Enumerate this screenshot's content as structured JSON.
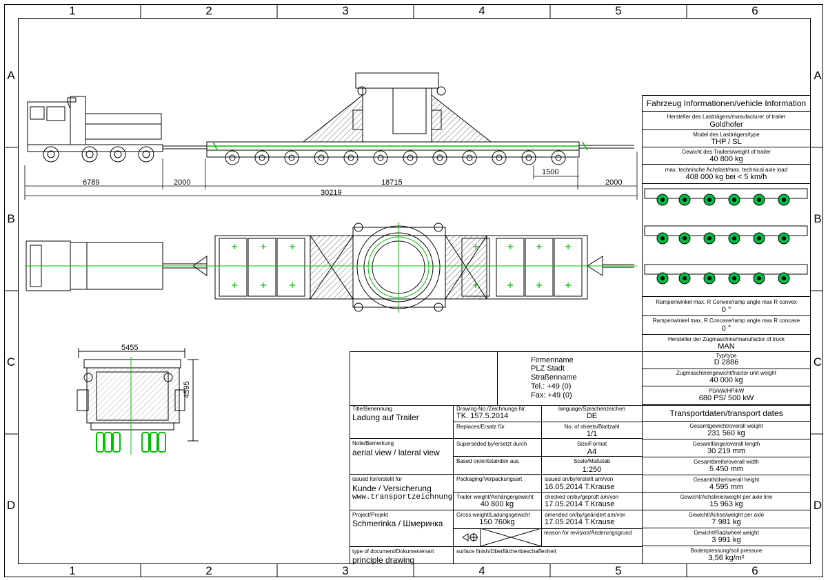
{
  "grid": {
    "cols": [
      "1",
      "2",
      "3",
      "4",
      "5",
      "6"
    ],
    "rows": [
      "A",
      "B",
      "C",
      "D"
    ]
  },
  "dims": {
    "tractor_len": "6789",
    "gap1": "2000",
    "trailer_len": "18715",
    "axle_spacing": "1500",
    "gap2": "2000",
    "total_len": "30219",
    "front_width": "5455",
    "front_height": "4595"
  },
  "vehicle_info": {
    "title": "Fahrzeug Informationen/vehicle Information",
    "manufacturer_label": "Hersteller des Lastträgers/manufacturer of trailer",
    "manufacturer_value": "Goldhofer",
    "model_label": "Model des Lastträgers/type",
    "model_value": "THP / SL",
    "weight_label": "Gewicht des Trailers/weight of trailer",
    "weight_value": "40 800 kg",
    "axle_load_label": "max. technische Achslast/max. technical axle load",
    "axle_load_value": "408 000 kg bei < 5 km/h",
    "convex_label": "Rampenwinkel max. R Convex/ramp angle max R convex",
    "convex_value": "0 °",
    "concave_label": "Rampenwinkel max. R Concave/ramp angle max R concave",
    "concave_value": "0 °",
    "truck_mfr_label": "Hersteller der Zugmaschine/manufactor of truck",
    "truck_mfr_value": "MAN",
    "type_label": "Typ/type",
    "type_value": "D 2886",
    "tractor_weight_label": "Zugmaschinengewicht/tractor unit weight",
    "tractor_weight_value": "40 000 kg",
    "power_label": "PS/kW/HP/kW",
    "power_value": "680 PS/ 500 kW"
  },
  "transport": {
    "title": "Transportdaten/transport dates",
    "rows": [
      {
        "label": "Gesamtgewicht/overall weight",
        "value": "231 560 kg"
      },
      {
        "label": "Gesamtlänge/overall length",
        "value": "30 219 mm"
      },
      {
        "label": "Gesamtbreite/overall width",
        "value": "5 450 mm"
      },
      {
        "label": "Gesamthöhe/overall height",
        "value": "4 595 mm"
      },
      {
        "label": "Gewicht/Achslinie/weight per axle line",
        "value": "15 963 kg"
      },
      {
        "label": "Gewicht/Achse/weight per axle",
        "value": "7 981 kg"
      },
      {
        "label": "Gewicht/Rad/wheel weight",
        "value": "3 991 kg"
      },
      {
        "label": "Bodenpressung/soil pressure",
        "value": "3,56 kg/m²"
      }
    ]
  },
  "company": {
    "name": "Firmenname",
    "city": "PLZ Stadt",
    "street": "Straßenname",
    "tel": "Tel.: +49 (0)",
    "fax": "Fax: +49 (0)"
  },
  "title_block": {
    "title_label": "Title/Benennung",
    "title_value": "Ladung auf Trailer",
    "note_label": "Note/Bemerkung",
    "note_value": "aerial view / lateral view",
    "issued_for_label": "issued for/erstellt für",
    "issued_for_value": "Kunde / Versicherung",
    "website": "www.transportzeichnung",
    "project_label": "Project/Projekt",
    "project_value": "Schmerinka / Шмеринка",
    "doc_type_label": "type of document/Dokumentenart",
    "doc_type_value": "principle drawing",
    "drawing_no_label": "Drawing-No./Zeichnungs-Nr.",
    "drawing_no_value": "TK. 157.5.2014",
    "language_label": "language/Sprachenzeichen",
    "language_value": "DE",
    "replaces_label": "Replaces/Ersatz für",
    "sheets_label": "No. of sheets/Blattzahl",
    "sheets_value": "1/1",
    "superseded_label": "Superseded by/ersetzt durch",
    "size_label": "Size/Format",
    "size_value": "A4",
    "based_label": "Based on/entstanden aus",
    "scale_label": "Scale/Maßstab",
    "scale_value": "1:250",
    "packaging_label": "Packaging/Verpackungsart",
    "issued_on_label": "issued on/by/erstellt am/von",
    "issued_on_value": "16.05.2014 T.Krause",
    "trailer_weight_label": "Trailer weight/Anhängergewicht",
    "trailer_weight_value": "40 800 kg",
    "checked_label": "checked on/by/geprüft am/von",
    "checked_value": "17.05.2014 T.Krause",
    "gross_label": "Gross weight/Ladungsgewicht",
    "gross_value": "150 760kg",
    "amended_label": "amended on/by/geändert am/von",
    "amended_value": "17.05.2014 T.Krause",
    "reason_label": "reason for revision/Änderungsgrund",
    "surface_label": "surface finish/Oberflächenbeschaffenheit"
  },
  "colors": {
    "line": "#000000",
    "green": "#00c000",
    "hatch": "#555555",
    "dim": "#000000"
  }
}
